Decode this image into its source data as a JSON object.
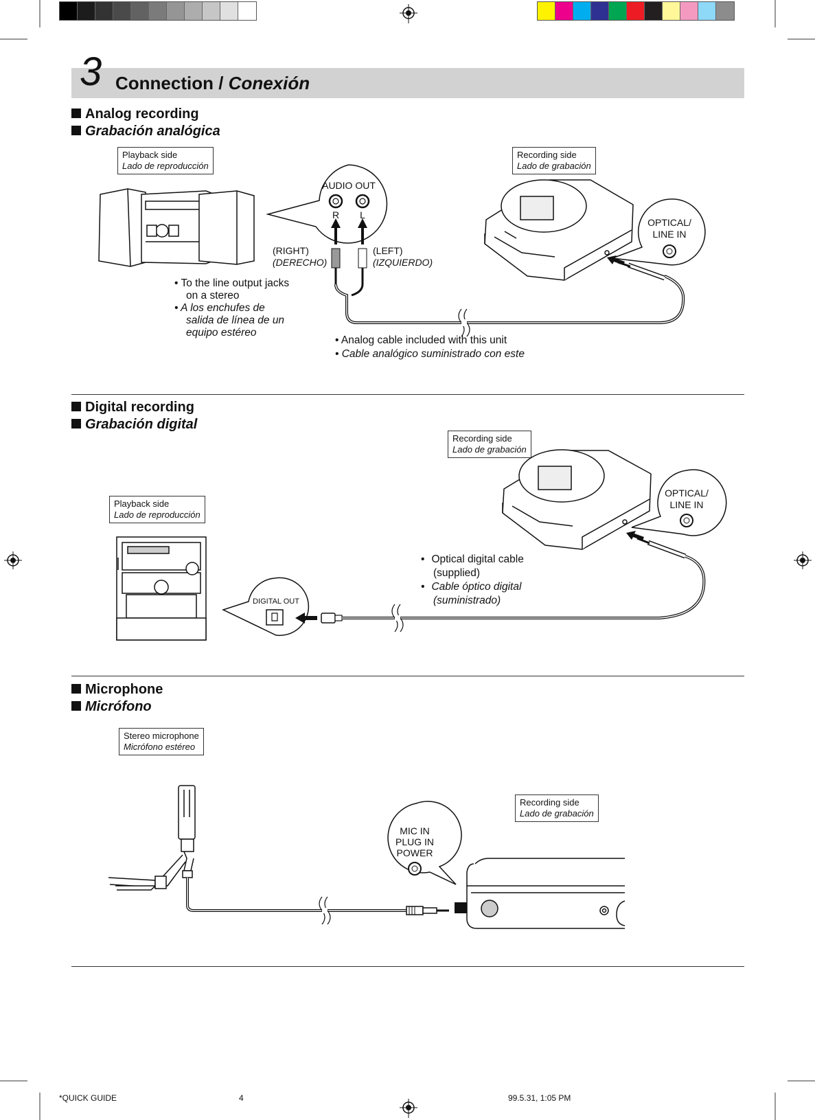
{
  "colors": {
    "gray_swatches": [
      "#000000",
      "#1c1c1c",
      "#333333",
      "#4a4a4a",
      "#626262",
      "#7b7b7b",
      "#959595",
      "#adadad",
      "#c6c6c6",
      "#e0e0e0",
      "#ffffff"
    ],
    "color_swatches": [
      "#fff200",
      "#ec008c",
      "#00aeef",
      "#2e3192",
      "#00a651",
      "#ed1c24",
      "#231f20",
      "#fff799",
      "#f49ac1",
      "#8ed8f8",
      "#8c8c8c"
    ],
    "header_bar": "#d2d2d2"
  },
  "header": {
    "chapter_number": "3",
    "title_en": "Connection / ",
    "title_es": "Conexión"
  },
  "analog": {
    "heading_en": "Analog recording",
    "heading_es": "Grabación analógica",
    "playback_label": {
      "en": "Playback side",
      "es": "Lado de reproducción"
    },
    "recording_label": {
      "en": "Recording side",
      "es": "Lado de grabación"
    },
    "audio_out": "AUDIO OUT",
    "jack_r": "R",
    "jack_l": "L",
    "right_en": "(RIGHT)",
    "right_es": "(DERECHO)",
    "left_en": "(LEFT)",
    "left_es": "(IZQUIERDO)",
    "optical_line1": "OPTICAL/",
    "optical_line2": "LINE IN",
    "note_line_out": {
      "en1": "• To the line output jacks",
      "en2": "on a stereo",
      "es1": "• A los enchufes de",
      "es2": "salida de línea de un",
      "es3": "equipo estéreo"
    },
    "note_cable": {
      "en": "• Analog cable included with this unit",
      "es": "• Cable analógico suministrado con este"
    }
  },
  "digital": {
    "heading_en": "Digital recording",
    "heading_es": "Grabación digital",
    "recording_label": {
      "en": "Recording side",
      "es": "Lado de grabación"
    },
    "playback_label": {
      "en": "Playback side",
      "es": "Lado de reproducción"
    },
    "optical_line1": "OPTICAL/",
    "optical_line2": "LINE IN",
    "digital_out": "DIGITAL OUT",
    "note": {
      "en1": "Optical digital cable",
      "en2": "(supplied)",
      "es1": "Cable óptico digital",
      "es2": "(suministrado)"
    }
  },
  "microphone": {
    "heading_en": "Microphone",
    "heading_es": "Micrófono",
    "mic_label": {
      "en": "Stereo microphone",
      "es": "Micrófono estéreo"
    },
    "recording_label": {
      "en": "Recording side",
      "es": "Lado de grabación"
    },
    "mic_in_line1": "MIC IN",
    "mic_in_line2": "PLUG IN",
    "mic_in_line3": "POWER"
  },
  "footer": {
    "left": "*QUICK GUIDE",
    "page": "4",
    "date": "99.5.31, 1:05 PM"
  }
}
